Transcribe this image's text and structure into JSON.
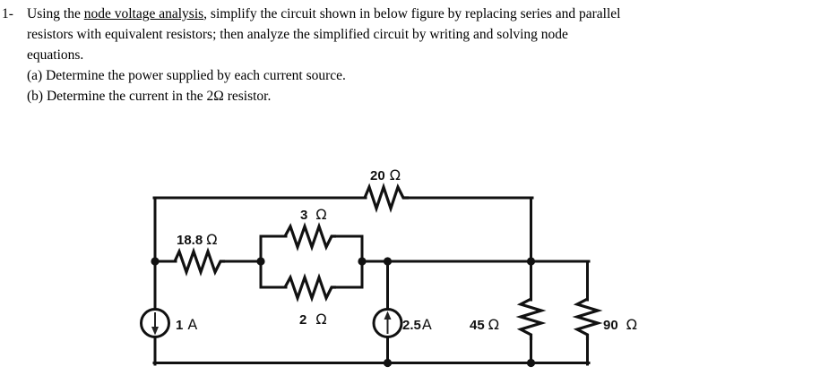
{
  "problem": {
    "number": "1-",
    "line1": "Using the node voltage analysis, simplify the circuit shown in below figure by replacing series and parallel",
    "line1_plain_a": "Using the ",
    "line1_underlined": "node voltage analysis",
    "line1_plain_b": ", simplify the circuit shown in below figure by replacing series and parallel",
    "line2": "resistors with equivalent resistors; then analyze the simplified circuit by writing and solving node",
    "line3": "equations.",
    "item_a": "(a) Determine the power supplied by each current source.",
    "item_b": "(b) Determine the current in the 2Ω resistor."
  },
  "circuit": {
    "title": "node-voltage-circuit",
    "stroke_color": "#111111",
    "background": "#ffffff",
    "components": [
      {
        "id": "r-20",
        "name": "resistor-20-ohm",
        "value": "20",
        "unit": "Ω",
        "orientation": "horizontal",
        "position": "top-rail"
      },
      {
        "id": "r-18p8",
        "name": "resistor-18.8-ohm",
        "value": "18.8",
        "unit": "Ω",
        "orientation": "horizontal",
        "position": "middle-rail-left"
      },
      {
        "id": "r-3",
        "name": "resistor-3-ohm",
        "value": "3",
        "unit": "Ω",
        "orientation": "horizontal",
        "position": "parallel-block-top"
      },
      {
        "id": "r-2",
        "name": "resistor-2-ohm",
        "value": "2",
        "unit": "Ω",
        "orientation": "horizontal",
        "position": "parallel-block-bottom"
      },
      {
        "id": "r-45",
        "name": "resistor-45-ohm",
        "value": "45",
        "unit": "Ω",
        "orientation": "vertical",
        "position": "right-branch-inner"
      },
      {
        "id": "r-90",
        "name": "resistor-90-ohm",
        "value": "90",
        "unit": "Ω",
        "orientation": "vertical",
        "position": "right-branch-outer"
      },
      {
        "id": "i-1a",
        "name": "current-source-1a",
        "value": "1",
        "unit": "A",
        "direction": "down",
        "position": "left-branch"
      },
      {
        "id": "i-2p5a",
        "name": "current-source-2.5a",
        "value": "2.5",
        "unit": "A",
        "direction": "up",
        "position": "middle-branch"
      }
    ],
    "labels": {
      "r20_value": "20",
      "r20_unit": "Ω",
      "r188_value": "18.8",
      "r188_unit": "Ω",
      "r3_value": "3",
      "r3_unit": "Ω",
      "r2_value": "2",
      "r2_unit": "Ω",
      "r45_value": "45",
      "r45_unit": "Ω",
      "r90_value": "90",
      "r90_unit": "Ω",
      "src1_value": "1",
      "src1_unit": "A",
      "src2_value": "2.5",
      "src2_unit": "A"
    }
  }
}
